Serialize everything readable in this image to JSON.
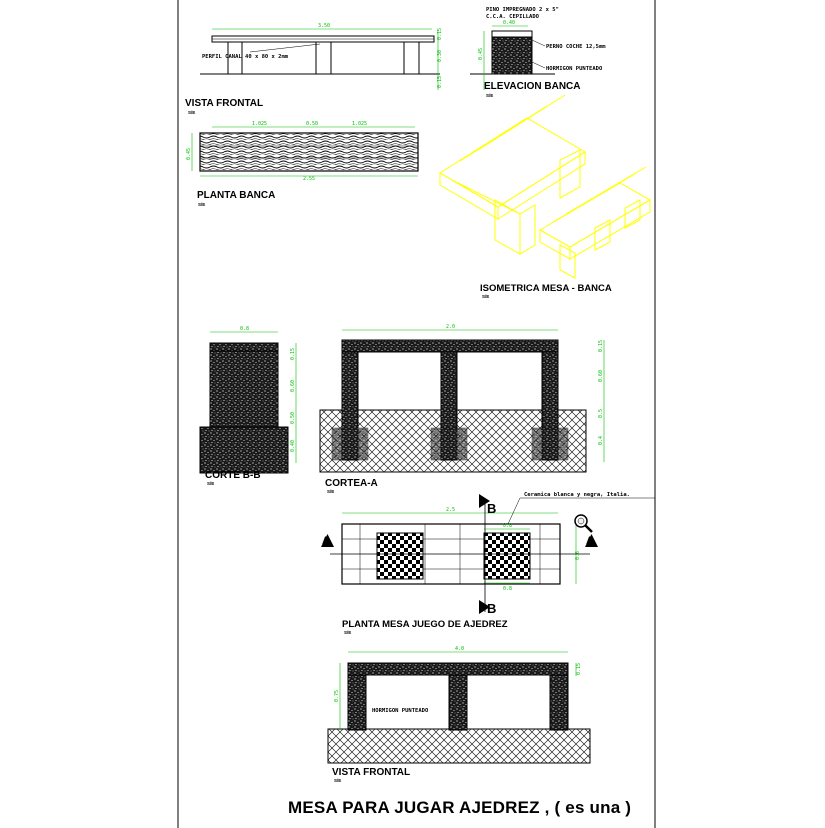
{
  "sheet_title": "MESA PARA JUGAR AJEDREZ , ( es una )",
  "views": {
    "vista_frontal_top": "VISTA FRONTAL",
    "elevacion_banca": "ELEVACION BANCA",
    "planta_banca": "PLANTA BANCA",
    "isometrica": "ISOMETRICA MESA - BANCA",
    "corte_bb": "CORTE B-B",
    "corte_a": "CORTEA-A",
    "planta_mesa": "PLANTA MESA JUEGO DE AJEDREZ",
    "vista_frontal_bottom": "VISTA FRONTAL"
  },
  "scales": {
    "s1": "S/E",
    "s2": "S/E",
    "s3": "S/E",
    "s4": "S/E",
    "s5": "S/E",
    "s6": "S/E",
    "s7": "S/E",
    "s8": "S/E"
  },
  "notes": {
    "perfil": "PERFIL CANAL 40 x 80 x 2mm",
    "pino_line1": "PINO IMPREGNADO 2 x 5\"",
    "pino_line2": "C.C.A. CEPILLADO",
    "perno": "PERNO COCHE 12,5mm",
    "hormigon": "HORMIGON PUNTEADO",
    "hormigon_bottom": "HORMIGON PUNTEADO",
    "ceramica": "Ceramica blanca y negra, Italia."
  },
  "section_marks": {
    "a_left": "A",
    "a_right": "A",
    "b_top": "B",
    "b_bottom": "B"
  },
  "dimensions": {
    "top_width": "3.50",
    "bench_width": "0.40",
    "elev_h1": "0.45",
    "elev_h2": "0.30",
    "elev_h3": "0.15",
    "pb_a": "1.025",
    "pb_b": "0.50",
    "pb_c": "1.025",
    "pb_total": "2.55",
    "pb_side": "0.45",
    "cbb_top": "0.8",
    "cbb_h1": "0.15",
    "cbb_h2": "0.60",
    "cbb_h3": "0.50",
    "cbb_h4": "0.40",
    "ca_top": "2.0",
    "ca_h1": "0.15",
    "ca_h2": "0.60",
    "ca_h3": "0.5",
    "ca_h4": "0.4",
    "pm_top": "2.5",
    "pm_b1": "0.8",
    "pm_b2": "0.8",
    "pm_side": "0.6",
    "vf_top": "4.0",
    "vf_h1": "0.15",
    "vf_h2": "0.75"
  },
  "colors": {
    "line": "#000000",
    "dimension": "#00c000",
    "isometric": "#ffff00",
    "dim_arrow": "#ff0000"
  },
  "icons": {
    "magnifier": "magnifier-icon"
  }
}
